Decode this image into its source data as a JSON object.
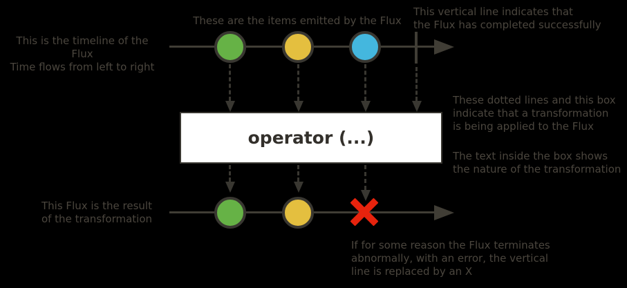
{
  "diagram": {
    "background": "#000000",
    "line_color": "#403d35",
    "stroke_color": "#393731",
    "text_color": "#4b463e",
    "operator_box": {
      "label": "operator (...)",
      "bg": "#ffffff",
      "border": "#393731",
      "text_color": "#33302b"
    },
    "notes": {
      "timeline": {
        "lines": [
          "This is the timeline of the Flux",
          "Time flows from left to right"
        ]
      },
      "items": {
        "lines": [
          "These are the items emitted by the Flux"
        ]
      },
      "complete": {
        "lines": [
          "This vertical line indicates that",
          "the Flux has completed successfully"
        ]
      },
      "transformation": {
        "lines": [
          "These dotted lines and this box",
          "indicate that a transformation",
          "is being applied to the Flux"
        ]
      },
      "box_text": {
        "lines": [
          "The text inside the box shows",
          "the nature of the transformation"
        ]
      },
      "result": {
        "lines": [
          "This Flux is the result",
          "of the transformation"
        ]
      },
      "error": {
        "lines": [
          "If for some reason the Flux terminates",
          "abnormally, with an error, the vertical",
          "line is replaced by an X"
        ]
      }
    },
    "source_flux": {
      "marbles": [
        {
          "name": "green",
          "color": "#66b246"
        },
        {
          "name": "yellow",
          "color": "#e4bf3f"
        },
        {
          "name": "blue",
          "color": "#44b7de"
        }
      ],
      "terminal": "complete"
    },
    "result_flux": {
      "marbles": [
        {
          "name": "green",
          "color": "#66b246"
        },
        {
          "name": "yellow",
          "color": "#e4bf3f"
        }
      ],
      "terminal": "error",
      "error_color": "#e7230d"
    }
  }
}
